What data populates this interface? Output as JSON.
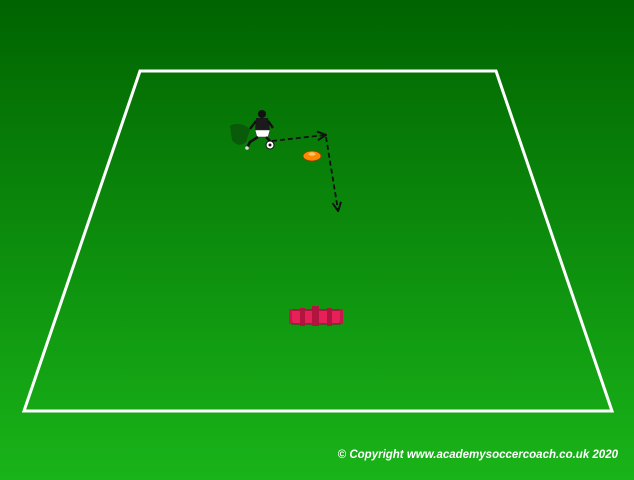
{
  "diagram": {
    "pitch_color_top": "#006400",
    "pitch_color_bottom": "#19b419",
    "line_color": "#ffffff",
    "cone_color": "#ff8a00",
    "mannequin_color": "#e8205a",
    "arrow_color": "#111111",
    "elements": [
      "soccer-player",
      "soccer-ball",
      "cone",
      "mannequins",
      "dribble-arrow"
    ]
  },
  "copyright": "© Copyright www.academysoccercoach.co.uk 2020"
}
